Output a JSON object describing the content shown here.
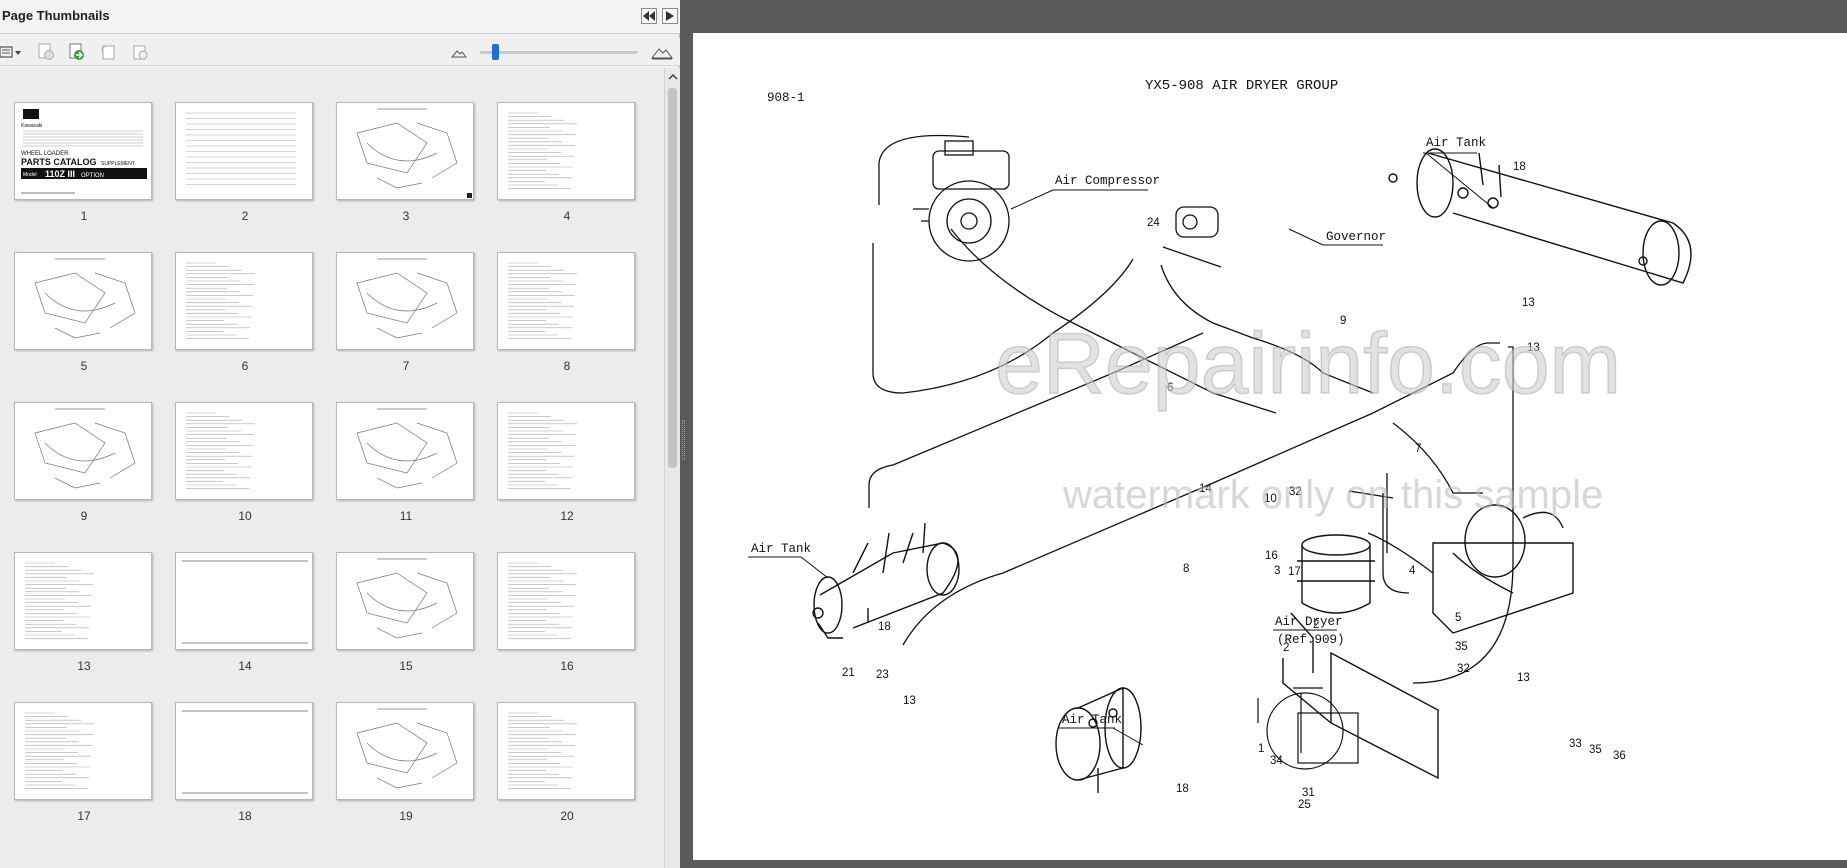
{
  "panel": {
    "title": "Page Thumbnails",
    "rewind_icon": "rewind-icon",
    "play_icon": "play-icon"
  },
  "toolbar": {
    "icons": [
      "options-menu-icon",
      "delete-page-icon",
      "insert-page-icon",
      "rotate-left-icon",
      "rotate-right-icon",
      "zoom-out-mountain-icon",
      "zoom-in-mountain-icon"
    ]
  },
  "thumbnails": [
    {
      "label": "1"
    },
    {
      "label": "2"
    },
    {
      "label": "3"
    },
    {
      "label": "4"
    },
    {
      "label": "5"
    },
    {
      "label": "6"
    },
    {
      "label": "7"
    },
    {
      "label": "8"
    },
    {
      "label": "9"
    },
    {
      "label": "10"
    },
    {
      "label": "11"
    },
    {
      "label": "12"
    },
    {
      "label": "13"
    },
    {
      "label": "14"
    },
    {
      "label": "15"
    },
    {
      "label": "16"
    },
    {
      "label": "17"
    },
    {
      "label": "18"
    },
    {
      "label": "19"
    },
    {
      "label": "20"
    }
  ],
  "cover": {
    "brand": "Kawasaki",
    "line1": "WHEEL LOADER",
    "line2": "PARTS CATALOG",
    "line3": "SUPPLEMENT",
    "model": "Model",
    "model_code": "110Z III",
    "option": "OPTION"
  },
  "document": {
    "page_code": "908-1",
    "title": "YX5-908   AIR DRYER GROUP",
    "labels": {
      "air_compressor": "Air Compressor",
      "governor": "Governor",
      "air_tank_top": "Air Tank",
      "air_tank_left": "Air Tank",
      "air_tank_bottom": "Air Tank",
      "air_dryer": "Air Dryer",
      "air_dryer_ref": "(Ref.909)"
    },
    "callouts": [
      "18",
      "24",
      "13",
      "9",
      "6",
      "13",
      "10",
      "14",
      "32",
      "7",
      "3",
      "16",
      "17",
      "4",
      "8",
      "18",
      "2",
      "2",
      "5",
      "35",
      "32",
      "21",
      "23",
      "13",
      "13",
      "1",
      "33",
      "35",
      "36",
      "18",
      "25",
      "34",
      "31"
    ],
    "watermark_main": "eRepairinfo.com",
    "watermark_sub": "watermark only on this sample"
  }
}
